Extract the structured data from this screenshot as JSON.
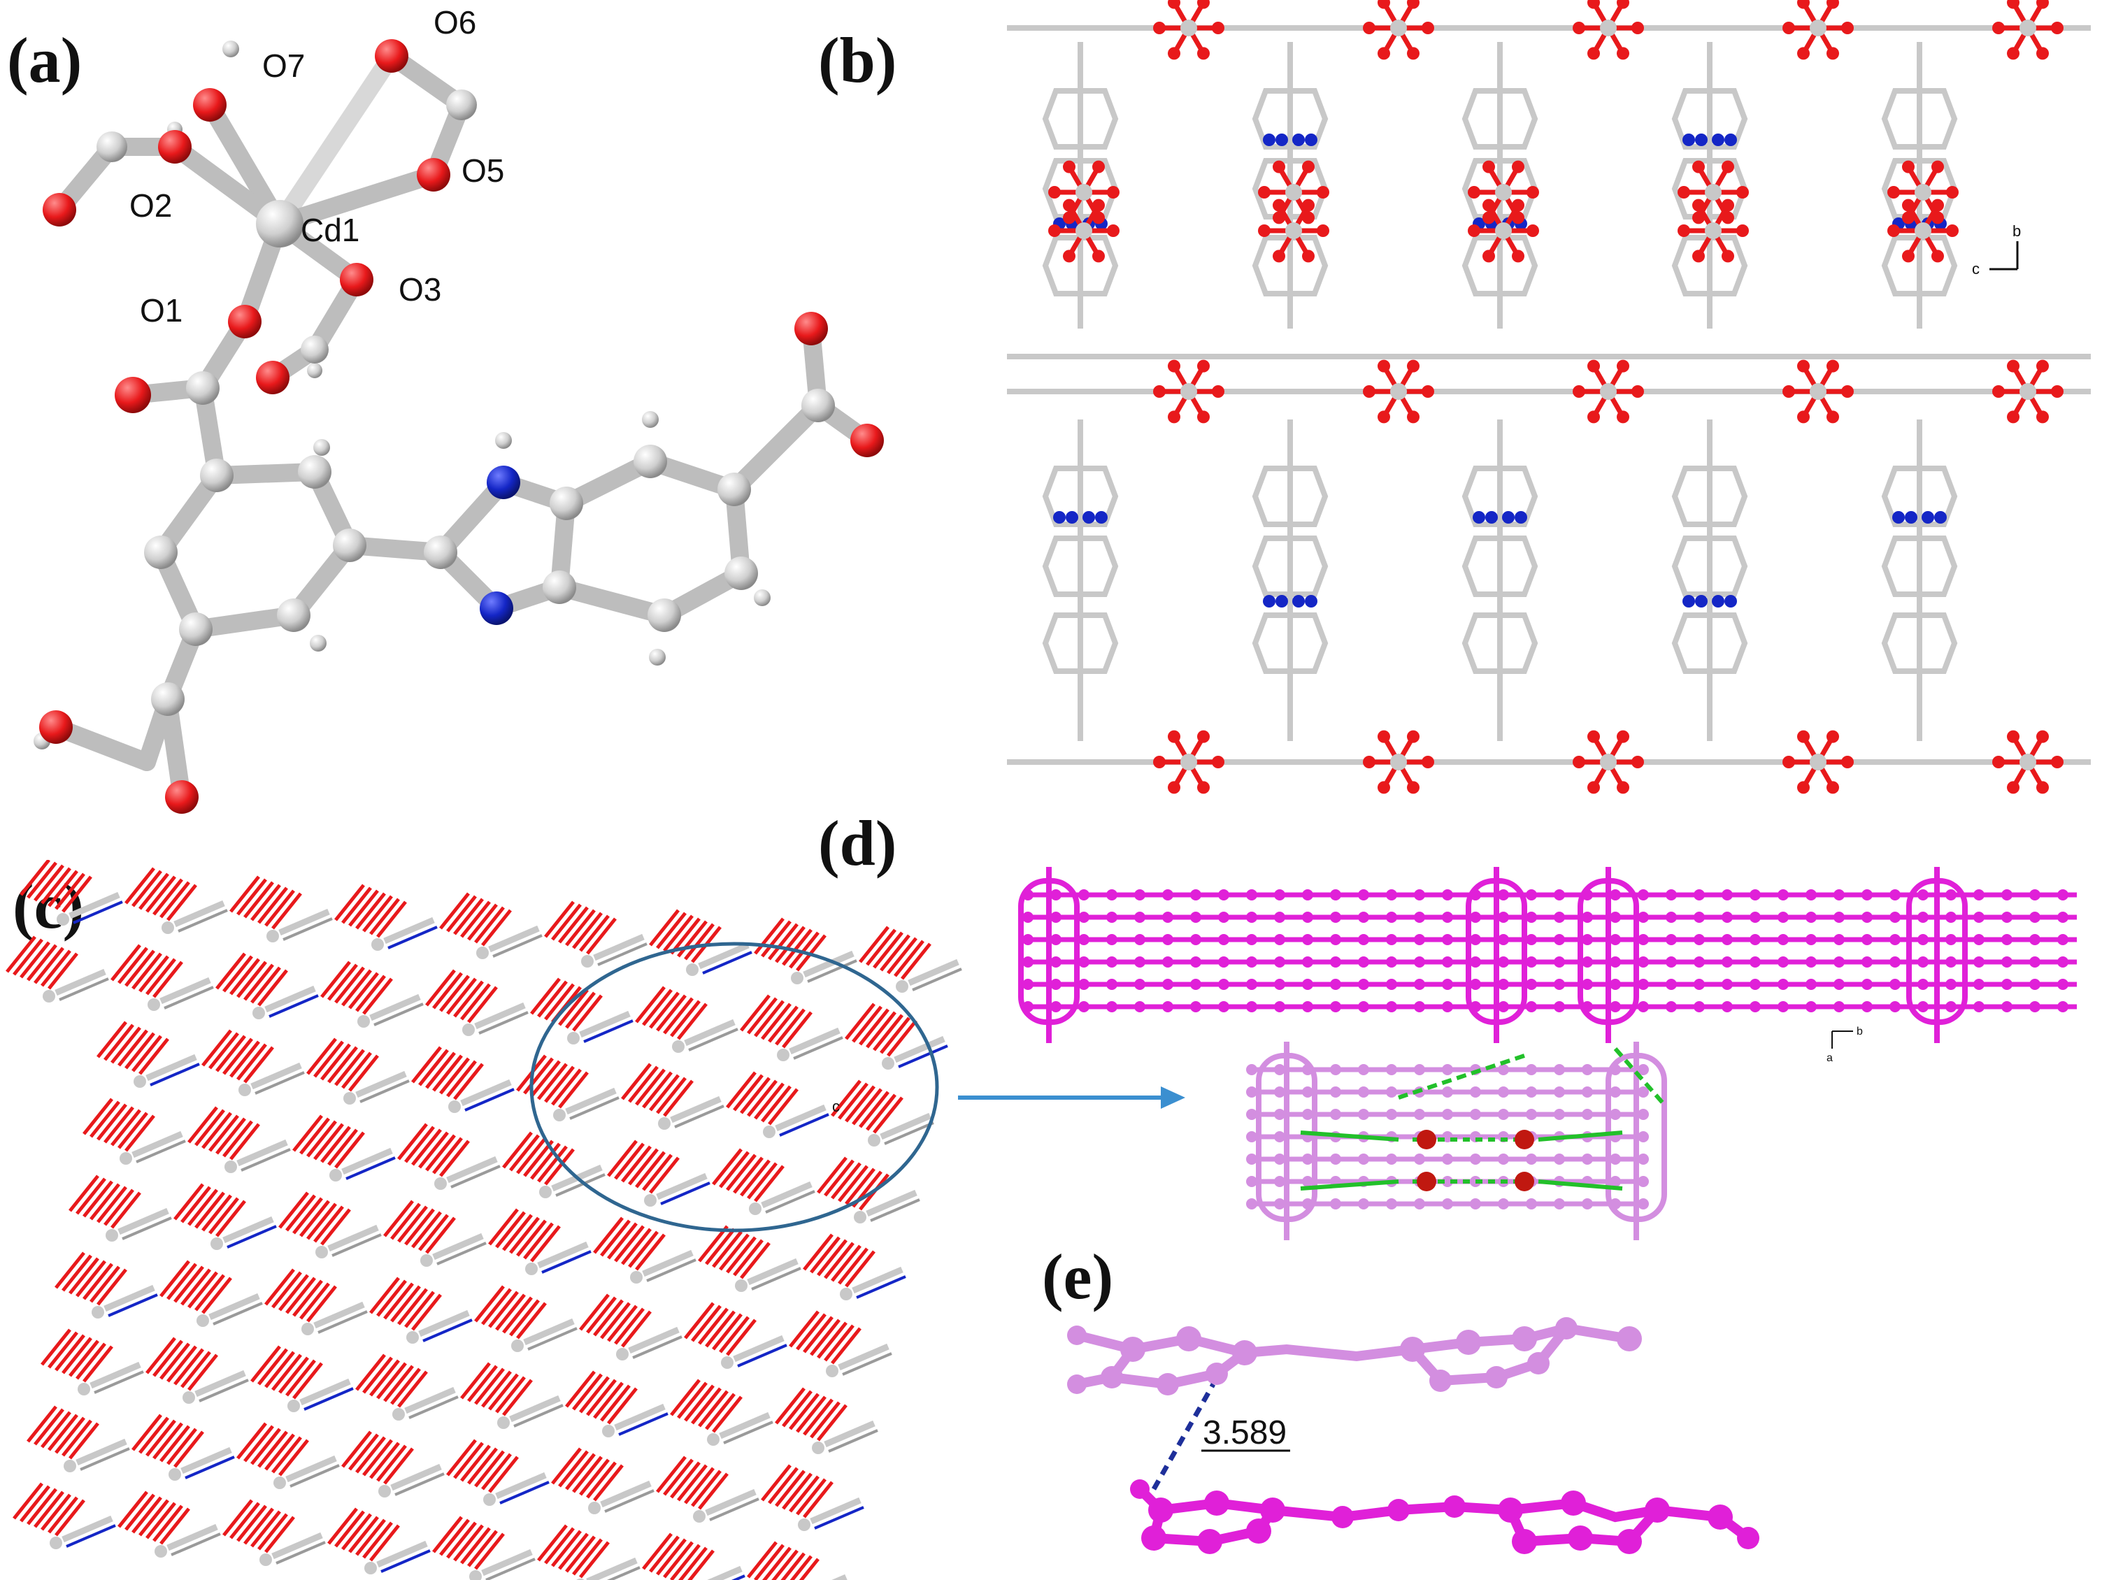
{
  "panels": {
    "a": {
      "label": "(a)",
      "atom_labels": [
        "O6",
        "O7",
        "O5",
        "O2",
        "Cd1",
        "O1",
        "O3"
      ]
    },
    "b": {
      "label": "(b)",
      "axis_b": "b",
      "axis_c": "c"
    },
    "c": {
      "label": "(c)",
      "axis_c": "c"
    },
    "d": {
      "label": "(d)",
      "axis_b": "b",
      "axis_a": "a"
    },
    "e": {
      "label": "(e)",
      "distance": "3.589"
    }
  },
  "colors": {
    "oxygen": "#e8191b",
    "carbon": "#c8c8c8",
    "nitrogen": "#1426c6",
    "magenta": "#e020d8",
    "lilac": "#d38ee0",
    "ellipse": "#2f6690",
    "arrow": "#3b8fd0",
    "hbond": "#22c02a"
  }
}
